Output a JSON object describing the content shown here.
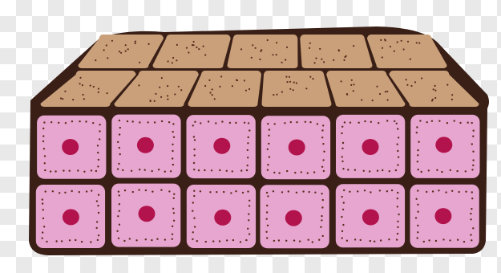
{
  "colors": {
    "outline": "#3a1f16",
    "top_cell": "#c9a07a",
    "top_dot": "#5a2e1f",
    "side_cell": "#e6a6cf",
    "side_dot": "#5a2e1f",
    "nucleus": "#b3134d",
    "checker": "#e9e9e9"
  },
  "structure": {
    "front_rows": 2,
    "front_columns": 6,
    "top_rows": 2,
    "top_row_cells": [
      5,
      6
    ]
  }
}
